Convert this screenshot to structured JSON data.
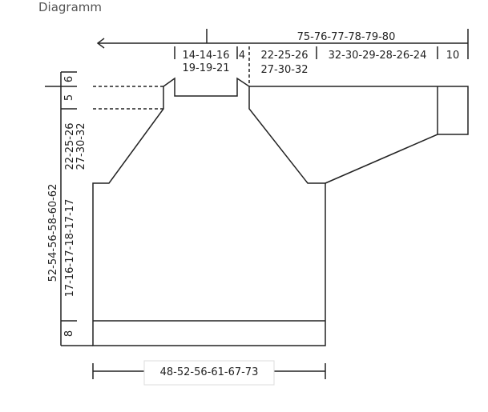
{
  "title": "Diagramm",
  "top": {
    "total": "75-76-77-78-79-80",
    "neck1": "14-14-16",
    "neck2": "19-19-21",
    "gap": "4",
    "shoulder1": "22-25-26",
    "shoulder2": "27-30-32",
    "sleeve": "32-30-29-28-26-24",
    "cuff": "10"
  },
  "left": {
    "neck_height": "6",
    "collar_height": "5",
    "raglan1": "22-25-26",
    "raglan2": "27-30-32",
    "body1": "52-54-56-58-60-62",
    "body2": "17-16-17-18-17-17",
    "rib": "8"
  },
  "bottom": {
    "width": "48-52-56-61-67-73"
  }
}
